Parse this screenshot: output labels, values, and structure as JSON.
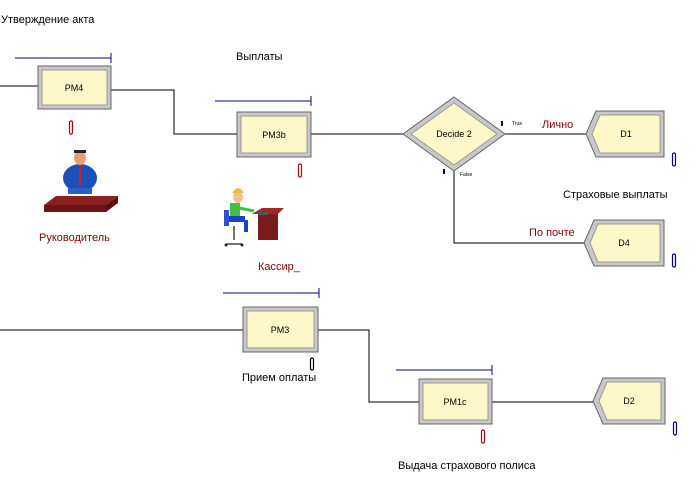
{
  "labels": {
    "approval": "Утверждение акта",
    "payouts": "Выплаты",
    "manager": "Руководитель",
    "cashier": "Кассир_",
    "insurance_payouts": "Страховые выплаты",
    "payment_receipt": "Прием оплаты",
    "policy_issue": "Выдача страхового полиса"
  },
  "modules": {
    "pm4": "PM4",
    "pm3b": "PM3b",
    "pm3": "PM3",
    "pm1c": "PM1c",
    "decide": "Decide 2",
    "d1": "D1",
    "d4": "D4",
    "d2": "D2"
  },
  "branches": {
    "true_label": "True",
    "false_label": "False",
    "personal": "Лично",
    "by_mail": "По почте"
  },
  "counters": {
    "pm4": "0",
    "pm3b": "0",
    "pm3": "0",
    "pm1c": "0",
    "d1": "0",
    "d4": "0",
    "d2": "0"
  },
  "colors": {
    "module_fill": "#fdf8c8",
    "module_border": "#8a8a8a",
    "connector": "#000000",
    "queue_line": "#00008b",
    "counter_red": "#b00000",
    "counter_blue": "#00008b",
    "branch_label": "#8b0000"
  }
}
